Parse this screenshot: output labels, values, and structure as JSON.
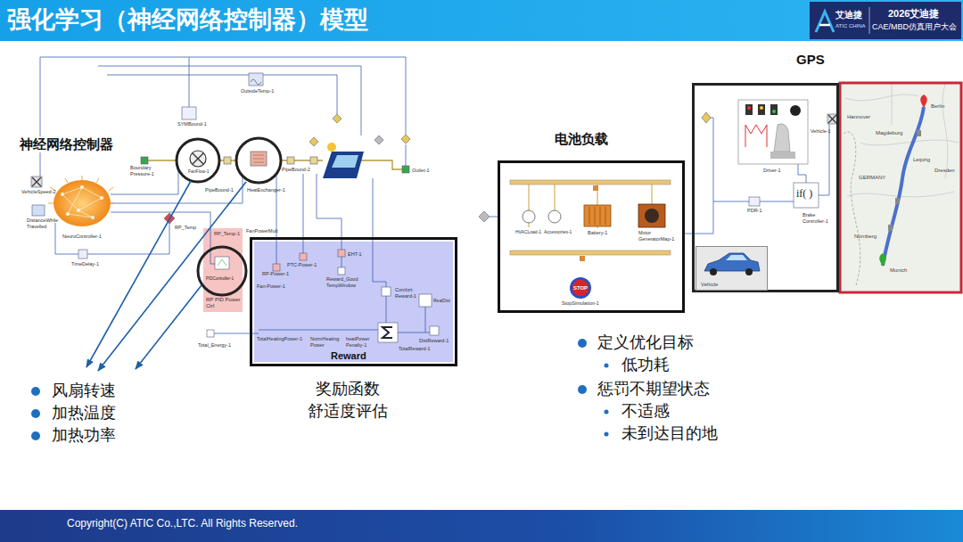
{
  "diagram": {
    "title": "强化学习（神经网络控制器）模型",
    "nodes": [
      {
        "text": [
          "艾迪捷",
          "ATIC CHINA",
          "2026艾迪捷",
          "CAE/MBD仿真用户大会"
        ]
      },
      {
        "text": [
          "PIDController-1",
          "RP PID Power Ctrl"
        ]
      },
      {
        "text": [
          "Reward"
        ]
      },
      {
        "text": [
          "电池负载"
        ]
      },
      {
        "text": [
          "STOP"
        ],
        "in": 3
      },
      {
        "text": [
          "GPS"
        ]
      },
      {
        "text": [
          "Vehicle"
        ],
        "in": 5
      }
    ],
    "labels": [
      "神经网络控制器",
      "OutsideTemp-1",
      "SYMBound-1",
      "Boundary Pressure-1",
      "FanFlow-1",
      "PipeBound-1",
      "HeatExchanger-1",
      "PipeBound-2",
      "Outlet-1",
      "VehicleSpeed-2",
      "DistanceWhile Travelled",
      "NeuroController-1",
      "RP_Temp",
      "TimeDelay-1",
      "RP_Temp-1",
      "FanPowerMult",
      "PTC-Power-1",
      "RP-Power-1",
      "Fan-Power-1",
      "EHT-1",
      "Reward_Good TempWindow",
      "Comfort Reward-1",
      "RealDist",
      "Total_Energy-1",
      "TotalHeatingPower-1",
      "NormHeating Power",
      "heatPower Penalty-1",
      "TotalReward-1",
      "DistReward-1",
      "HVACLoad-1",
      "Accessories-1",
      "Battery-1",
      "Motor GeneratorMap-1",
      "StopSimulation-1",
      "Driver-1",
      "Vehicle-1",
      "PDR-1",
      "if( )",
      "Brake Controller-1",
      "Berlin",
      "Hannover",
      "Magdeburg",
      "Leipzig",
      "Dresden",
      "GERMANY",
      "Nürnberg",
      "Munich",
      "风扇转速",
      "加热温度",
      "加热功率",
      "奖励函数",
      "舒适度评估",
      "定义优化目标",
      "低功耗",
      "惩罚不期望状态",
      "不适感",
      "未到达目的地",
      "Copyright(C) ATIC Co.,LTC. All Rights Reserved."
    ]
  }
}
